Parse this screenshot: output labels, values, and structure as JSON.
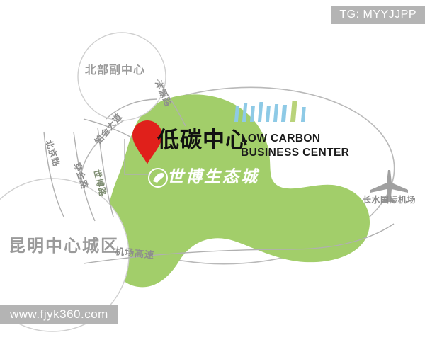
{
  "image": {
    "type": "schematic-location-map",
    "background_color": "#ffffff"
  },
  "watermarks": {
    "top_right": "TG: MYYJJPP",
    "bottom_left": "www.fjyk360.com",
    "color": "#b4b4b4"
  },
  "regions": {
    "eco_blob": {
      "name": "世博生态城",
      "color": "#a2ce6a"
    },
    "circles": [
      {
        "name": "north-sub-center",
        "label": "北部副中心",
        "color": "#9a9a9a"
      },
      {
        "name": "kunming-central-urban",
        "label": "昆明中心城区",
        "color": "#9a9a9a"
      }
    ]
  },
  "brand": {
    "cn_title": "低碳中心",
    "en_line1": "LOW CARBON",
    "en_line2": "BUSINESS CENTER",
    "logo_name": "building-bars-logo",
    "logo_bar_color": "#8ecae6",
    "logo_accent_color": "#b9d37a",
    "eco_logo_text": "世博生态城",
    "eco_logo_color": "#ffffff",
    "pin_color": "#e0201b"
  },
  "roads": [
    {
      "id": "beijing",
      "label": "北京路"
    },
    {
      "id": "chuanjin",
      "label": "穿金路"
    },
    {
      "id": "shibo",
      "label": "世博路"
    },
    {
      "id": "bojin",
      "label": "铂金大道"
    },
    {
      "id": "yangyuan",
      "label": "洋源路"
    },
    {
      "id": "airport_exp",
      "label": "机场高速"
    }
  ],
  "airport": {
    "label": "长水国际机场",
    "icon": "airplane-icon",
    "color": "#9a9a9a"
  }
}
